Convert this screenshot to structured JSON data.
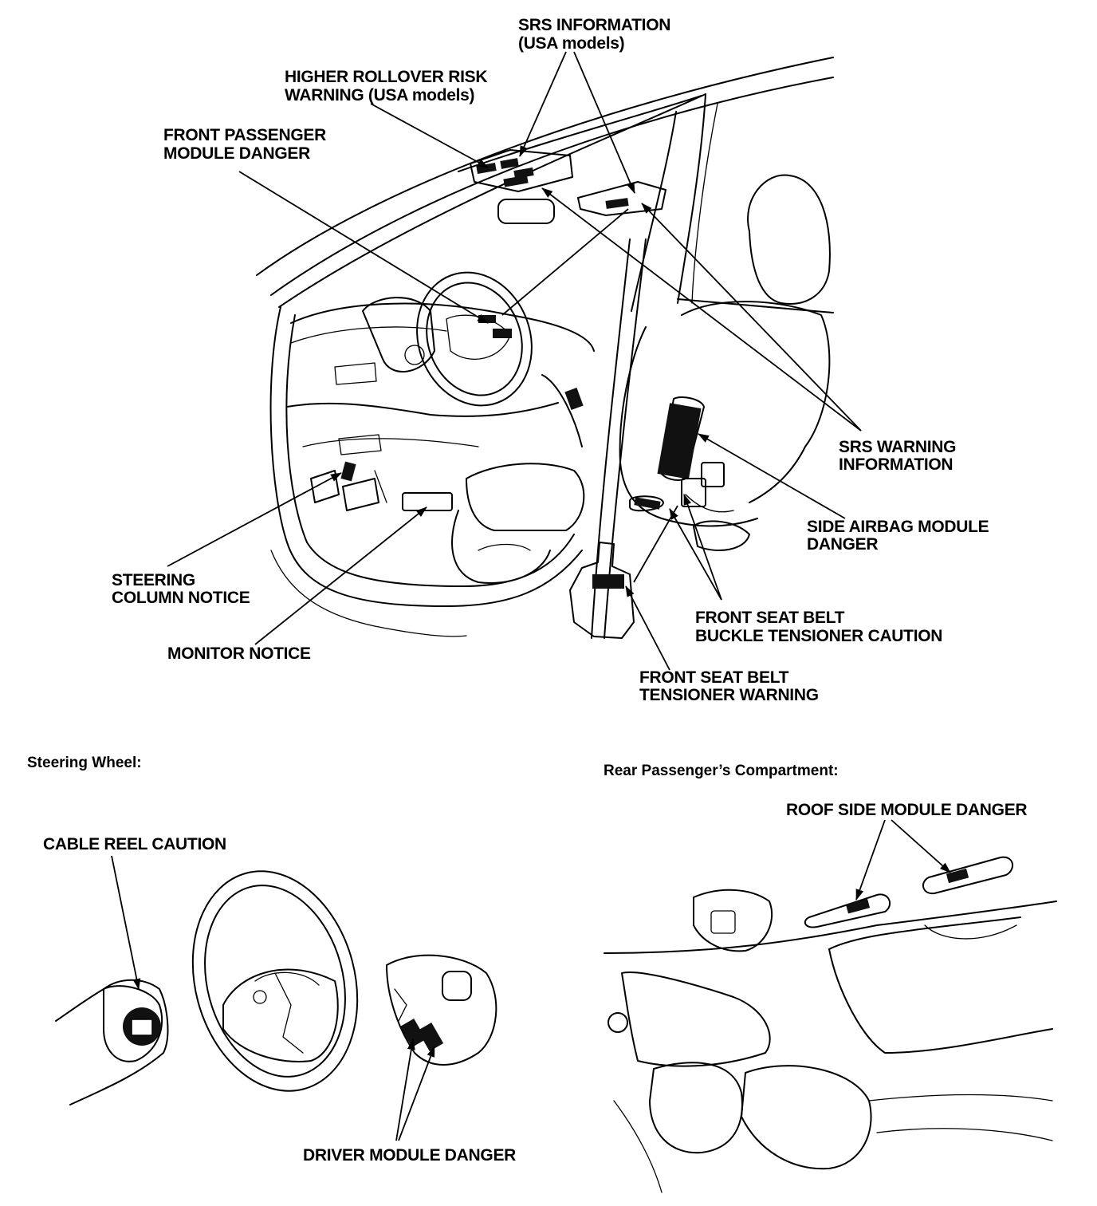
{
  "labels": {
    "srs_info_1": "SRS INFORMATION",
    "srs_info_2": "(USA models)",
    "rollover_1": "HIGHER ROLLOVER RISK",
    "rollover_2": "WARNING (USA models)",
    "fpm_1": "FRONT PASSENGER",
    "fpm_2": "MODULE DANGER",
    "srs_warn_1": "SRS WARNING",
    "srs_warn_2": "INFORMATION",
    "side_airbag_1": "SIDE AIRBAG MODULE",
    "side_airbag_2": "DANGER",
    "steering_col_1": "STEERING",
    "steering_col_2": "COLUMN NOTICE",
    "buckle_1": "FRONT SEAT BELT",
    "buckle_2": "BUCKLE TENSIONER CAUTION",
    "monitor": "MONITOR NOTICE",
    "tensioner_1": "FRONT SEAT BELT",
    "tensioner_2": "TENSIONER WARNING",
    "steering_wheel_section": "Steering Wheel:",
    "rear_section": "Rear Passenger’s Compartment:",
    "roof_side": "ROOF SIDE MODULE DANGER",
    "cable_reel": "CABLE REEL CAUTION",
    "driver_module": "DRIVER MODULE DANGER"
  },
  "icons": [
    "arrowhead-icon",
    "warning-label-icon"
  ]
}
